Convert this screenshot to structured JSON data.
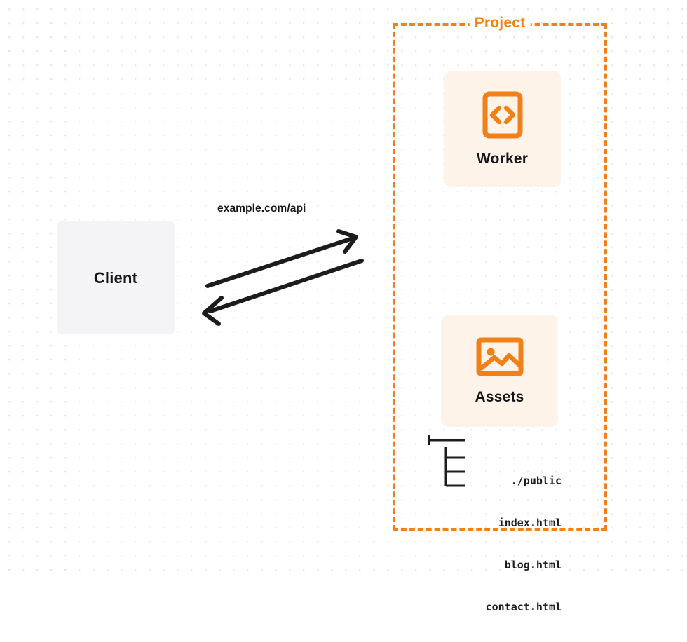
{
  "diagram": {
    "title": "Client to Project request flow",
    "background": {
      "style": "dot-grid",
      "dot_color": "#e9e9ec",
      "page_color": "#ffffff"
    },
    "colors": {
      "accent_orange": "#f28019",
      "card_background": "#fdf3e8",
      "client_background": "#f4f4f6",
      "text_dark": "#16161a"
    }
  },
  "client": {
    "label": "Client"
  },
  "edge": {
    "label": "example.com/api",
    "request_direction": "client-to-project",
    "response_direction": "project-to-client"
  },
  "project": {
    "title": "Project",
    "cards": [
      {
        "label": "Worker",
        "icon": "code-brackets-icon"
      },
      {
        "label": "Assets",
        "icon": "image-icon"
      }
    ],
    "file_tree": {
      "rows": [
        "./public",
        "index.html",
        "blog.html",
        "contact.html"
      ]
    }
  }
}
